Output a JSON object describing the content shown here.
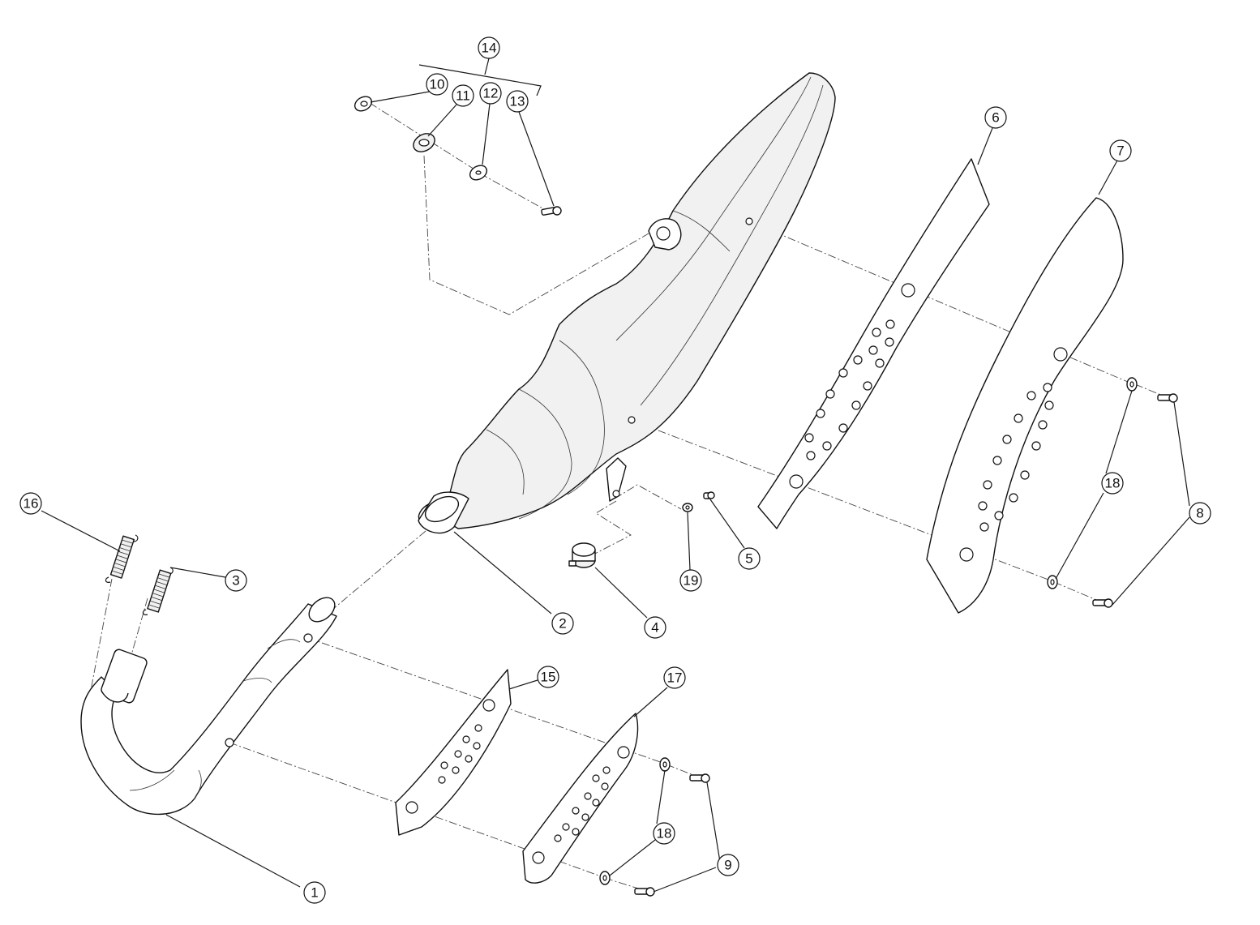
{
  "callouts": [
    {
      "id": "1",
      "label": "1"
    },
    {
      "id": "2",
      "label": "2"
    },
    {
      "id": "3",
      "label": "3"
    },
    {
      "id": "4",
      "label": "4"
    },
    {
      "id": "5",
      "label": "5"
    },
    {
      "id": "6",
      "label": "6"
    },
    {
      "id": "7",
      "label": "7"
    },
    {
      "id": "8",
      "label": "8"
    },
    {
      "id": "9",
      "label": "9"
    },
    {
      "id": "10",
      "label": "10"
    },
    {
      "id": "11",
      "label": "11"
    },
    {
      "id": "12",
      "label": "12"
    },
    {
      "id": "13",
      "label": "13"
    },
    {
      "id": "14",
      "label": "14"
    },
    {
      "id": "15",
      "label": "15"
    },
    {
      "id": "16",
      "label": "16"
    },
    {
      "id": "17",
      "label": "17"
    },
    {
      "id": "18a",
      "label": "18"
    },
    {
      "id": "18b",
      "label": "18"
    },
    {
      "id": "19",
      "label": "19"
    }
  ],
  "colors": {
    "line": "#111111",
    "background": "#ffffff"
  }
}
